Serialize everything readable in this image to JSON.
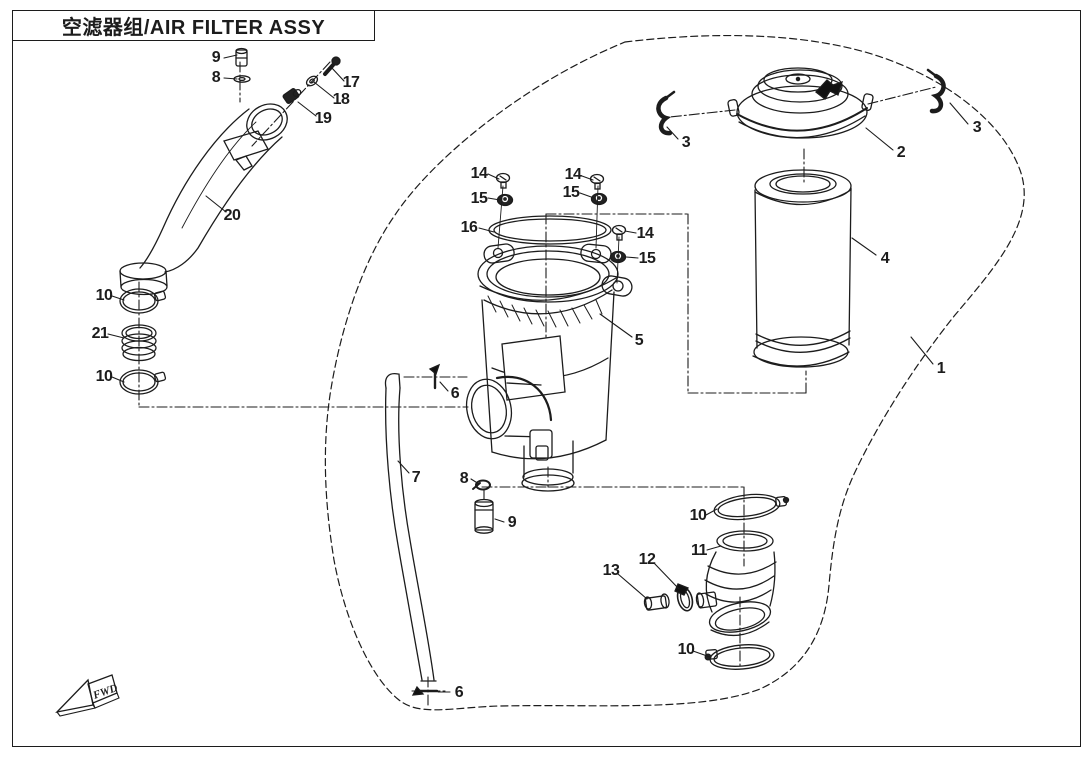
{
  "title": "空滤器组/AIR FILTER ASSY",
  "fwd_marker": "FWD",
  "colors": {
    "line": "#1c1c1c",
    "background": "#ffffff"
  },
  "callouts": {
    "n1": "1",
    "n2": "2",
    "n3": "3",
    "n4": "4",
    "n5": "5",
    "n6": "6",
    "n7": "7",
    "n8": "8",
    "n9": "9",
    "n10": "10",
    "n11": "11",
    "n12": "12",
    "n13": "13",
    "n14": "14",
    "n15": "15",
    "n16": "16",
    "n17": "17",
    "n18": "18",
    "n19": "19",
    "n20": "20",
    "n21": "21"
  }
}
